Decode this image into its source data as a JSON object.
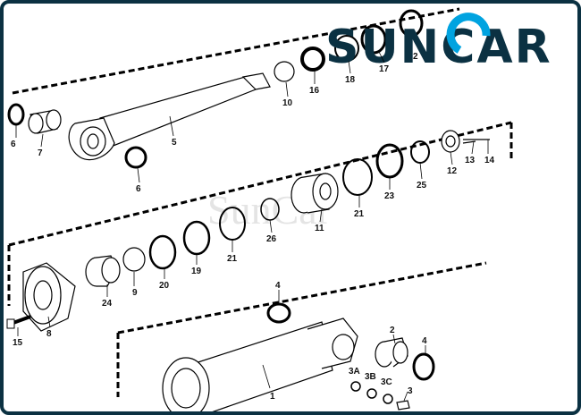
{
  "brand": {
    "logo_text": "SUNCAR",
    "watermark": "SunCar",
    "accent": "#00a3e0",
    "dark": "#0b3142"
  },
  "callouts": [
    {
      "id": "c-1",
      "text": "1"
    },
    {
      "id": "c-2",
      "text": "2"
    },
    {
      "id": "c-3",
      "text": "3"
    },
    {
      "id": "c-3a",
      "text": "3A"
    },
    {
      "id": "c-3b",
      "text": "3B"
    },
    {
      "id": "c-3c",
      "text": "3C"
    },
    {
      "id": "c-4a",
      "text": "4"
    },
    {
      "id": "c-4b",
      "text": "4"
    },
    {
      "id": "c-5",
      "text": "5"
    },
    {
      "id": "c-6a",
      "text": "6"
    },
    {
      "id": "c-6b",
      "text": "6"
    },
    {
      "id": "c-7",
      "text": "7"
    },
    {
      "id": "c-8",
      "text": "8"
    },
    {
      "id": "c-9",
      "text": "9"
    },
    {
      "id": "c-10",
      "text": "10"
    },
    {
      "id": "c-11",
      "text": "11"
    },
    {
      "id": "c-12",
      "text": "12"
    },
    {
      "id": "c-13",
      "text": "13"
    },
    {
      "id": "c-14",
      "text": "14"
    },
    {
      "id": "c-15",
      "text": "15"
    },
    {
      "id": "c-16",
      "text": "16"
    },
    {
      "id": "c-17",
      "text": "17"
    },
    {
      "id": "c-18",
      "text": "18"
    },
    {
      "id": "c-19",
      "text": "19"
    },
    {
      "id": "c-20",
      "text": "20"
    },
    {
      "id": "c-21a",
      "text": "21"
    },
    {
      "id": "c-21b",
      "text": "21"
    },
    {
      "id": "c-23",
      "text": "23"
    },
    {
      "id": "c-24",
      "text": "24"
    },
    {
      "id": "c-25",
      "text": "25"
    },
    {
      "id": "c-26",
      "text": "26"
    },
    {
      "id": "c-2b",
      "text": "2"
    }
  ]
}
